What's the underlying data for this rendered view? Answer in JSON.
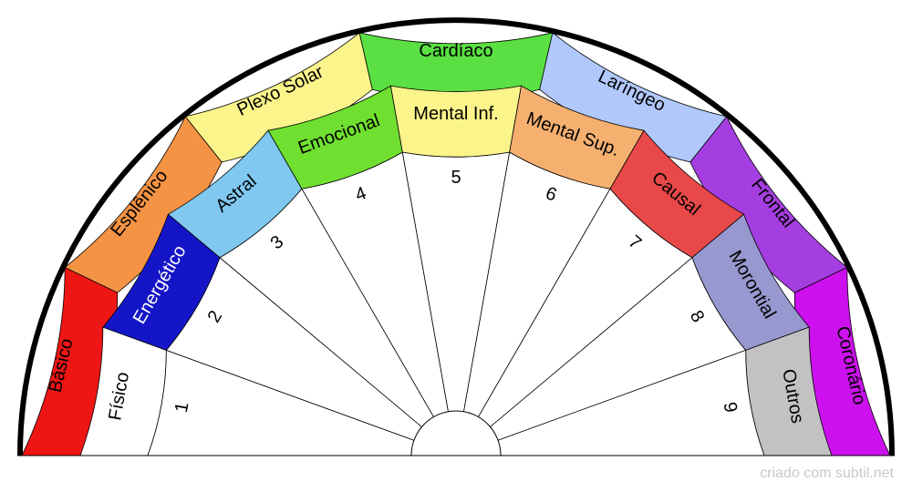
{
  "chart_data": {
    "type": "diagram",
    "outer_ring": {
      "labels": [
        "Básico",
        "Esplênico",
        "Plexo Solar",
        "Cardíaco",
        "Laríngeo",
        "Frontal",
        "Coronário"
      ],
      "colors": [
        "#ee1515",
        "#f59345",
        "#fbf48a",
        "#5ae042",
        "#b0c8fc",
        "#a53ee0",
        "#cc10ee"
      ]
    },
    "middle_ring": {
      "labels": [
        "Físico",
        "Energético",
        "Astral",
        "Emocional",
        "Mental Inf.",
        "Mental Sup.",
        "Causal",
        "Morontial",
        "Outros"
      ],
      "colors": [
        "#ffffff",
        "#1515c8",
        "#80c8f0",
        "#70e030",
        "#fbf48a",
        "#f5b070",
        "#e84848",
        "#9898d0",
        "#c2c2c2"
      ],
      "text_colors": [
        "#000000",
        "#ffffff",
        "#000000",
        "#000000",
        "#000000",
        "#000000",
        "#000000",
        "#000000",
        "#000000"
      ]
    },
    "inner_sectors": {
      "labels": [
        "1",
        "2",
        "3",
        "4",
        "5",
        "6",
        "7",
        "8",
        "9"
      ]
    }
  },
  "credit": "criado com subtil.net"
}
